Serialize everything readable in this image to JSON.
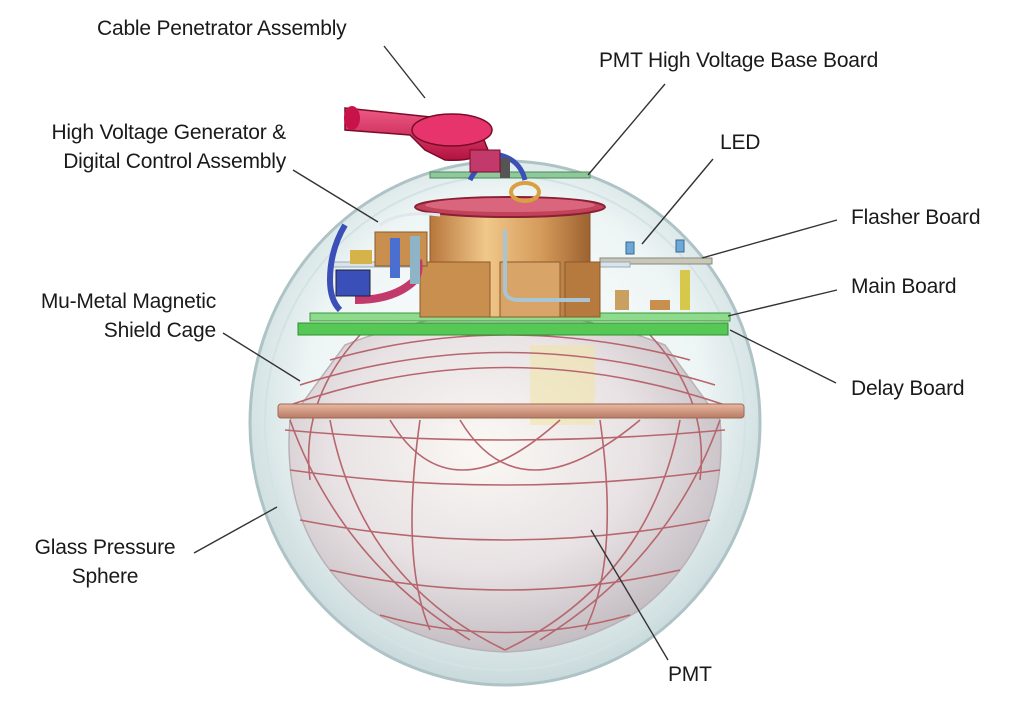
{
  "labels": {
    "cable_penetrator": "Cable Penetrator Assembly",
    "pmt_hv_base_board": "PMT High Voltage Base Board",
    "hv_generator_line1": "High Voltage Generator &",
    "hv_generator_line2": "Digital Control Assembly",
    "led": "LED",
    "flasher_board": "Flasher Board",
    "main_board": "Main Board",
    "mu_metal_line1": "Mu-Metal Magnetic",
    "mu_metal_line2": "Shield Cage",
    "delay_board": "Delay Board",
    "glass_sphere_line1": "Glass Pressure",
    "glass_sphere_line2": "Sphere",
    "pmt": "PMT"
  },
  "colors": {
    "connector": "#d8265a",
    "copper": "#c98f4e",
    "sphere_glass": "#dbe9ea",
    "main_board": "#56c856",
    "cage_wire": "#b7666e",
    "pmt_glass": "#e9e4e6",
    "cable_blue": "#3a4fb8"
  }
}
